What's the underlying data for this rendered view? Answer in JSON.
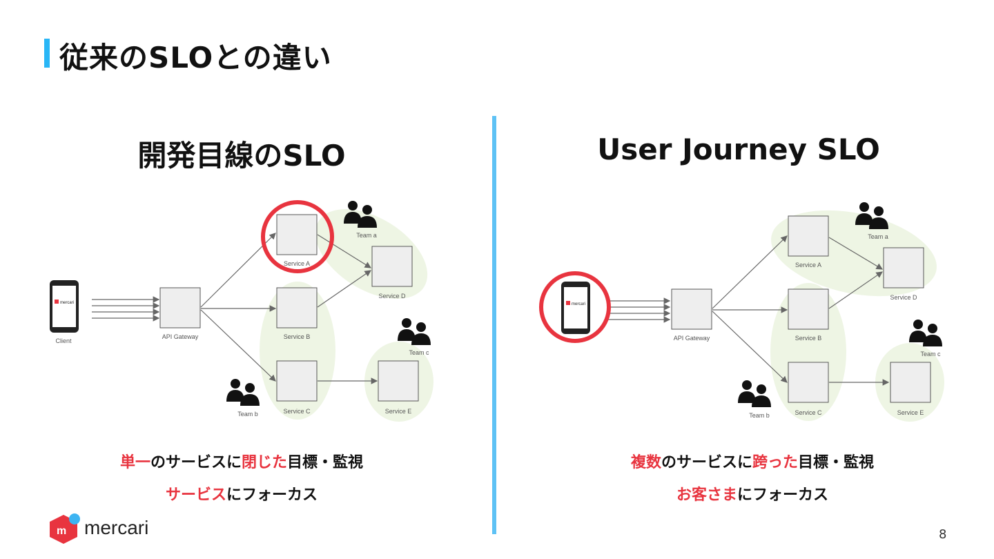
{
  "slide_title": "従来のSLOとの違い",
  "colors": {
    "accent_blue": "#29b6f6",
    "emphasis_red": "#e8343f",
    "group_green": "#eef5e4"
  },
  "left_panel": {
    "title": "開発目線のSLO",
    "highlight": "Service A",
    "caption_line1": {
      "red1": "単一",
      "plain1": "のサービスに",
      "red2": "閉じた",
      "plain2": "目標・監視"
    },
    "caption_line2": {
      "red": "サービス",
      "plain": "にフォーカス"
    }
  },
  "right_panel": {
    "title": "User Journey SLO",
    "highlight": "Client",
    "caption_line1": {
      "red1": "複数",
      "plain1": "のサービスに",
      "red2": "跨った",
      "plain2": "目標・監視"
    },
    "caption_line2": {
      "red": "お客さま",
      "plain": "にフォーカス"
    }
  },
  "diagram": {
    "client_label": "Client",
    "phone_brand": "mercari",
    "gateway_label": "API Gateway",
    "services": {
      "a": "Service A",
      "b": "Service B",
      "c": "Service C",
      "d": "Service D",
      "e": "Service E"
    },
    "teams": {
      "a": "Team a",
      "b": "Team b",
      "c": "Team c"
    }
  },
  "logo_text": "mercari",
  "page_number": "8"
}
